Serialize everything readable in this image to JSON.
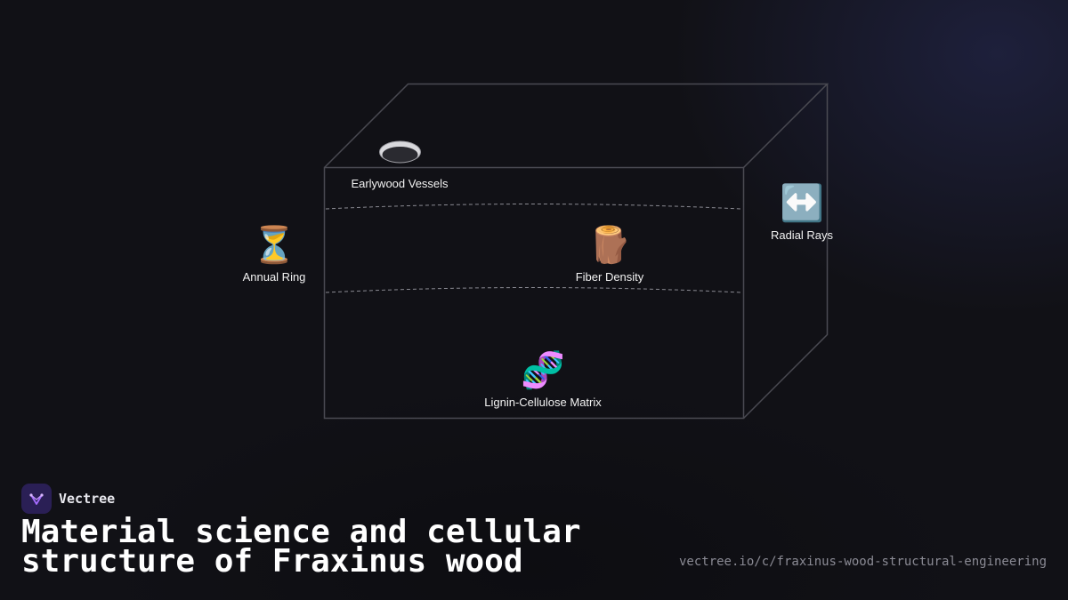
{
  "diagram": {
    "nodes": [
      {
        "id": "earlywood-vessels",
        "label": "Earlywood Vessels",
        "icon": "dish-icon",
        "glyph": "🕳"
      },
      {
        "id": "annual-ring",
        "label": "Annual Ring",
        "icon": "hourglass-icon",
        "glyph": "⏳"
      },
      {
        "id": "fiber-density",
        "label": "Fiber Density",
        "icon": "log-icon",
        "glyph": "🪵"
      },
      {
        "id": "radial-rays",
        "label": "Radial Rays",
        "icon": "left-right-arrow-icon",
        "glyph": "↔️"
      },
      {
        "id": "lignin-cellulose-matrix",
        "label": "Lignin-Cellulose Matrix",
        "icon": "dna-icon",
        "glyph": "🧬"
      }
    ],
    "colors": {
      "edge": "#4a4a52",
      "dashed": "#8a8a92",
      "background": "#111116",
      "brand": "#2a1f55",
      "brand_accent": "#a66cff"
    }
  },
  "brand": {
    "name": "Vectree"
  },
  "footer": {
    "title": "Material science and cellular structure of Fraxinus wood",
    "url": "vectree.io/c/fraxinus-wood-structural-engineering"
  }
}
